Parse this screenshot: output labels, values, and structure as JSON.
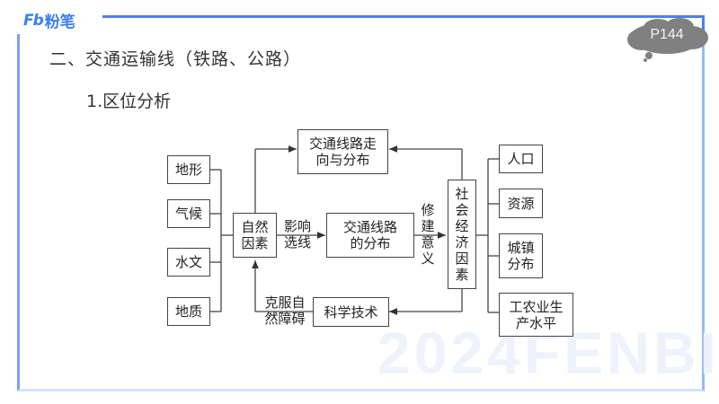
{
  "header": {
    "logo_mark": "Fb",
    "logo_text": "粉笔",
    "page_badge": "P144"
  },
  "content": {
    "heading": "二、交通运输线（铁路、公路）",
    "subheading": "1.区位分析"
  },
  "diagram": {
    "natural_factors": [
      "地形",
      "气候",
      "水文",
      "地质"
    ],
    "natural_center": "自然因素",
    "influence_label": "影响选线",
    "route_direction": "交通线路走向与分布",
    "route_distribution": "交通线路的分布",
    "build_significance": "修建意义",
    "socio_economic": "社会经济因素",
    "overcome_label": "克服自然障碍",
    "science_tech": "科学技术",
    "social_factors": [
      "人口",
      "资源",
      "城镇分布",
      "工农业生产水平"
    ]
  },
  "watermark": "2024FENBI"
}
